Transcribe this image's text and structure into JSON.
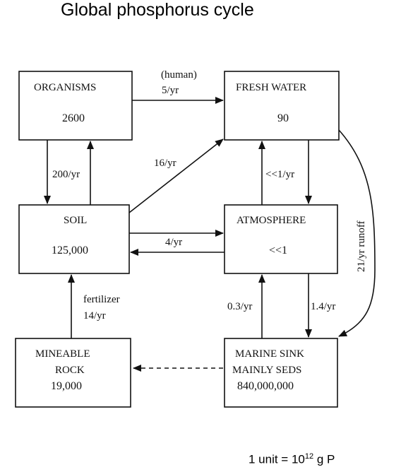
{
  "title": "Global phosphorus cycle",
  "unit_note": {
    "prefix": "1 unit = 10",
    "exponent": "12",
    "suffix": " g P"
  },
  "boxes": {
    "organisms": {
      "name": "ORGANISMS",
      "value": "2600"
    },
    "fresh_water": {
      "name": "FRESH WATER",
      "value": "90"
    },
    "soil": {
      "name": "SOIL",
      "value": "125,000"
    },
    "atmosphere": {
      "name": "ATMOSPHERE",
      "value": "<<1"
    },
    "mineable_rock": {
      "name_line1": "MINEABLE",
      "name_line2": "ROCK",
      "value": "19,000"
    },
    "marine_sink": {
      "name_line1": "MARINE SINK",
      "name_line2": "MAINLY SEDS",
      "value": "840,000,000"
    }
  },
  "flows": {
    "human": "(human)",
    "human_rate": "5/yr",
    "organisms_soil": "200/yr",
    "soil_freshwater": "16/yr",
    "atmosphere_freshwater": "<<1/yr",
    "runoff": "21/yr runoff",
    "soil_atmosphere": "4/yr",
    "fertilizer": "fertilizer",
    "fertilizer_rate": "14/yr",
    "marine_atmosphere": "0.3/yr",
    "atmosphere_marine": "1.4/yr"
  }
}
